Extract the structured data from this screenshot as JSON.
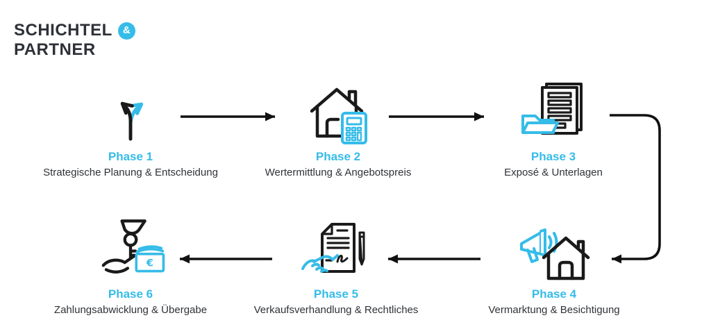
{
  "logo": {
    "line1": "SCHICHTEL",
    "amp": "&",
    "line2": "PARTNER"
  },
  "colors": {
    "accent": "#35bce8",
    "ink": "#1a1a1a",
    "text": "#2f3237"
  },
  "symbols": {
    "euro": "€"
  },
  "phases": [
    {
      "label": "Phase 1",
      "title": "Strategische Planung & Entscheidung",
      "icon": "fork-arrows-icon"
    },
    {
      "label": "Phase 2",
      "title": "Wertermittlung & Angebotspreis",
      "icon": "house-calculator-icon"
    },
    {
      "label": "Phase 3",
      "title": "Exposé & Unterlagen",
      "icon": "documents-folder-icon"
    },
    {
      "label": "Phase 4",
      "title": "Vermarktung & Besichtigung",
      "icon": "megaphone-house-icon"
    },
    {
      "label": "Phase 5",
      "title": "Verkaufsverhandlung & Rechtliches",
      "icon": "contract-handshake-icon"
    },
    {
      "label": "Phase 6",
      "title": "Zahlungsabwicklung & Übergabe",
      "icon": "key-handover-icon"
    }
  ]
}
